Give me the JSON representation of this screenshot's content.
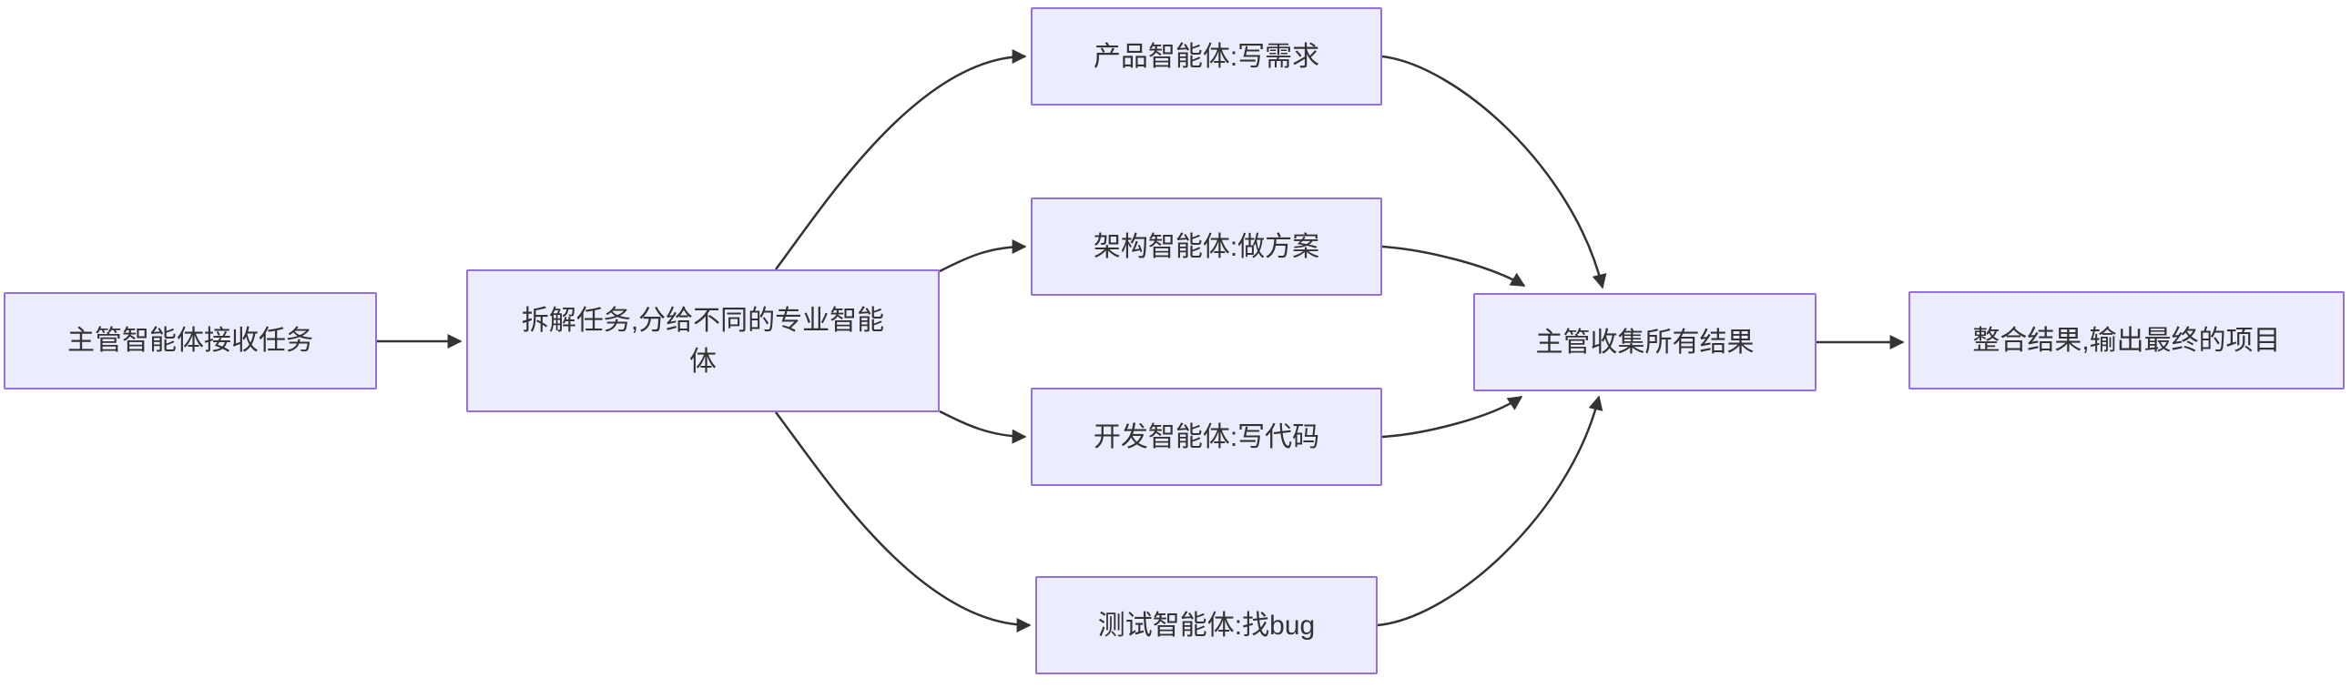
{
  "diagram": {
    "type": "flowchart",
    "direction": "left-to-right",
    "colors": {
      "background": "#ffffff",
      "node_fill": "#ECECFF",
      "node_border": "#9370DB",
      "edge": "#333333",
      "text": "#333333"
    },
    "nodes": [
      {
        "id": "A",
        "label": "主管智能体接收任务"
      },
      {
        "id": "B",
        "label": "拆解任务,分给不同的专业智能体"
      },
      {
        "id": "C",
        "label": "产品智能体:写需求"
      },
      {
        "id": "D",
        "label": "架构智能体:做方案"
      },
      {
        "id": "E",
        "label": "开发智能体:写代码"
      },
      {
        "id": "F",
        "label": "测试智能体:找bug"
      },
      {
        "id": "G",
        "label": "主管收集所有结果"
      },
      {
        "id": "H",
        "label": "整合结果,输出最终的项目"
      }
    ],
    "edges": [
      {
        "from": "A",
        "to": "B"
      },
      {
        "from": "B",
        "to": "C"
      },
      {
        "from": "B",
        "to": "D"
      },
      {
        "from": "B",
        "to": "E"
      },
      {
        "from": "B",
        "to": "F"
      },
      {
        "from": "C",
        "to": "G"
      },
      {
        "from": "D",
        "to": "G"
      },
      {
        "from": "E",
        "to": "G"
      },
      {
        "from": "F",
        "to": "G"
      },
      {
        "from": "G",
        "to": "H"
      }
    ]
  }
}
